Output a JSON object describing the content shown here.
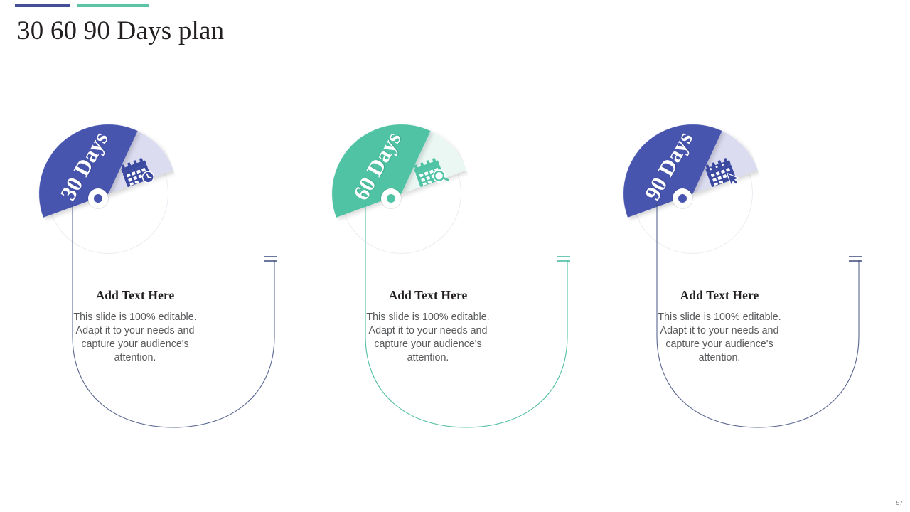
{
  "slide": {
    "title": "30 60 90 Days plan",
    "page_number": "57",
    "accent_bar_colors": [
      "#454f96",
      "#5bc4a7"
    ]
  },
  "theme": {
    "blue": "#4754af",
    "blue_light": "#dcdcf0",
    "green": "#4fc3a4",
    "green_light": "#eaf7f3",
    "title_color": "#231f20",
    "body_color": "#58595b",
    "ring_outline": "#ececf3"
  },
  "items": [
    {
      "id": "item-30-days",
      "badge": "30 Days",
      "icon": "calendar-clock-icon",
      "color": "#4754af",
      "color_light": "#dcdcf0",
      "heading": "Add Text Here",
      "body": "This slide is 100% editable. Adapt it to your needs and capture your audience's attention."
    },
    {
      "id": "item-60-days",
      "badge": "60 Days",
      "icon": "calendar-search-icon",
      "color": "#4fc3a4",
      "color_light": "#eaf7f3",
      "heading": "Add Text Here",
      "body": "This slide is 100% editable. Adapt it to your needs and capture your audience's attention."
    },
    {
      "id": "item-90-days",
      "badge": "90 Days",
      "icon": "calendar-click-icon",
      "color": "#4754af",
      "color_light": "#dcdcf0",
      "heading": "Add Text Here",
      "body": "This slide is 100% editable. Adapt it to your needs and capture your audience's attention."
    }
  ]
}
